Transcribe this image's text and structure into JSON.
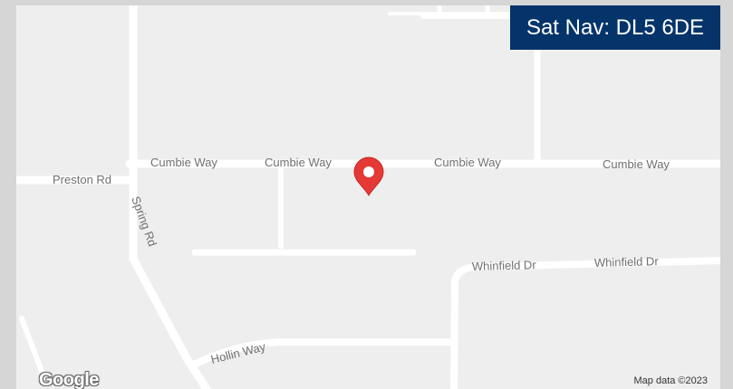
{
  "banner": {
    "text": "Sat Nav: DL5 6DE",
    "background": "#05346a",
    "color": "#ffffff"
  },
  "map": {
    "background": "#eeeeee",
    "road_color": "#ffffff",
    "marker_color": "#e53935",
    "logo": "Google",
    "attribution": "Map data ©2023",
    "street_labels": {
      "cumbie_way_1": "Cumbie Way",
      "cumbie_way_2": "Cumbie Way",
      "cumbie_way_3": "Cumbie Way",
      "cumbie_way_4": "Cumbie Way",
      "preston_rd": "Preston Rd",
      "spring_rd": "Spring Rd",
      "whinfield_dr_1": "Whinfield Dr",
      "whinfield_dr_2": "Whinfield Dr",
      "hollin_way": "Hollin Way"
    }
  }
}
